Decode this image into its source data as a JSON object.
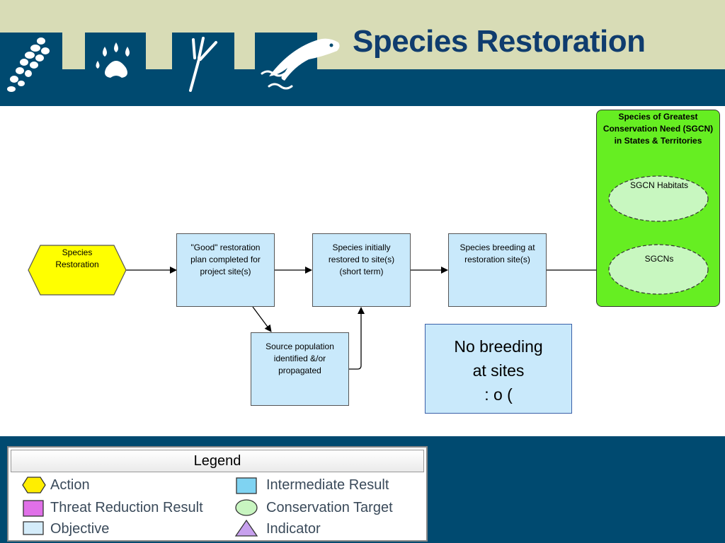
{
  "title": "Species Restoration",
  "header_icons": [
    "boot-print-icon",
    "animal-tracks-icon",
    "bird-tracks-icon",
    "fish-icon"
  ],
  "diagram": {
    "action": "Species\nRestoration",
    "step1": "\"Good\" restoration plan completed for project site(s)",
    "step2": "Species initially restored to site(s) (short term)",
    "step3": "Species breeding at restoration site(s)",
    "source": "Source population identified &/or propagated",
    "target_group": {
      "title": "Species of Greatest Conservation Need (SGCN) in States & Territories",
      "habitats": "SGCN Habitats",
      "sgcns": "SGCNs"
    }
  },
  "note": {
    "line1": "No breeding",
    "line2": "at sites",
    "line3": ": o ("
  },
  "legend": {
    "heading": "Legend",
    "items": [
      {
        "label": "Action",
        "shape": "hexagon",
        "color": "#ffee00"
      },
      {
        "label": "Threat Reduction Result",
        "shape": "square",
        "color": "#e070e8"
      },
      {
        "label": "Objective",
        "shape": "square",
        "color": "#d4ecfa"
      },
      {
        "label": "Intermediate Result",
        "shape": "square",
        "color": "#7fd3f2"
      },
      {
        "label": "Conservation Target",
        "shape": "ellipse",
        "color": "#c8f5c0"
      },
      {
        "label": "Indicator",
        "shape": "triangle",
        "color": "#c7a0ee"
      }
    ]
  },
  "colors": {
    "header_top": "#d8dcb6",
    "header_band": "#004a70",
    "title": "#0f3c6e",
    "action_fill": "#ffff00",
    "result_fill": "#c9e9fb",
    "target_panel": "#66ee22",
    "target_ellipse": "#c8f7c0"
  }
}
